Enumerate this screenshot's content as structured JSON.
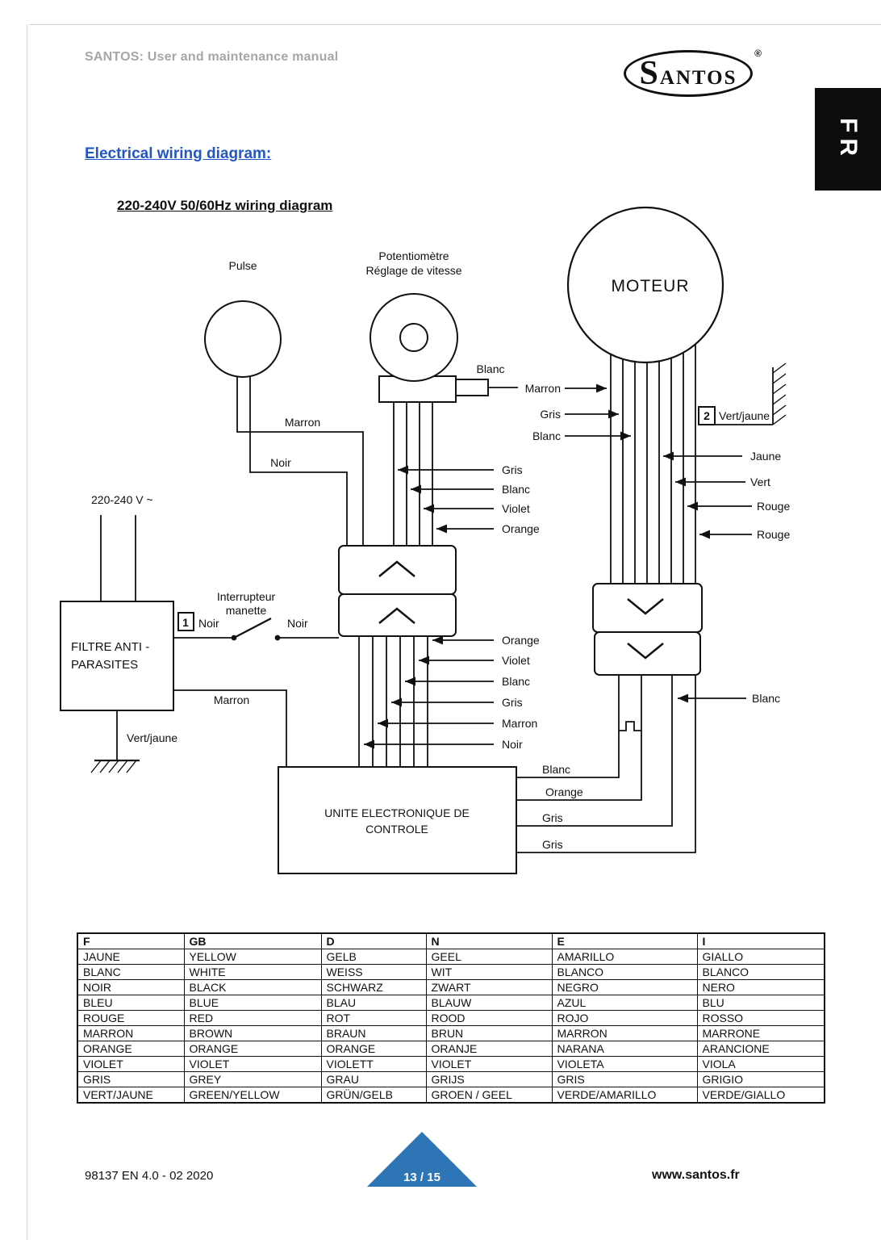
{
  "header": {
    "manual_title": "SANTOS: User and maintenance manual",
    "logo_text": "SANTOS",
    "logo_reg": "®",
    "lang_tab": "FR"
  },
  "titles": {
    "section": "Electrical wiring diagram:",
    "subtitle": "220-240V 50/60Hz wiring diagram"
  },
  "diagram": {
    "supply": "220-240 V ~",
    "pulse": "Pulse",
    "potentiometer": {
      "line1": "Potentiomètre",
      "line2": "Réglage de vitesse"
    },
    "motor": "MOTEUR",
    "filter": {
      "line1": "FILTRE ANTI -",
      "line2": "PARASITES"
    },
    "switch_label": {
      "line1": "Interrupteur",
      "line2": "manette"
    },
    "control_unit": {
      "line1": "UNITE ELECTRONIQUE DE",
      "line2": "CONTROLE"
    },
    "marker1": "1",
    "marker2": "2",
    "wires": {
      "pot_out": "Blanc",
      "pulse_a": "Marron",
      "pulse_b": "Noir",
      "switch_in": "Noir",
      "switch_out": "Noir",
      "filter_live": "Marron",
      "filter_earth": "Vert/jaune",
      "motor_earth": "Vert/jaune",
      "motor_left": [
        "Marron",
        "Gris",
        "Blanc"
      ],
      "motor_right": [
        "Jaune",
        "Vert",
        "Rouge",
        "Rouge"
      ],
      "pot_bundle": [
        "Gris",
        "Blanc",
        "Violet",
        "Orange"
      ],
      "control_bundle": [
        "Orange",
        "Violet",
        "Blanc",
        "Gris",
        "Marron",
        "Noir"
      ],
      "control_right": [
        "Blanc",
        "Orange",
        "Gris",
        "Gris"
      ],
      "motor_return": "Blanc"
    }
  },
  "color_table": {
    "headers": [
      "F",
      "GB",
      "D",
      "N",
      "E",
      "I"
    ],
    "rows": [
      [
        "JAUNE",
        "YELLOW",
        "GELB",
        "GEEL",
        "AMARILLO",
        "GIALLO"
      ],
      [
        "BLANC",
        "WHITE",
        "WEISS",
        "WIT",
        "BLANCO",
        "BLANCO"
      ],
      [
        "NOIR",
        "BLACK",
        "SCHWARZ",
        "ZWART",
        "NEGRO",
        "NERO"
      ],
      [
        "BLEU",
        "BLUE",
        "BLAU",
        "BLAUW",
        "AZUL",
        "BLU"
      ],
      [
        "ROUGE",
        "RED",
        "ROT",
        "ROOD",
        "ROJO",
        "ROSSO"
      ],
      [
        "MARRON",
        "BROWN",
        "BRAUN",
        "BRUN",
        "MARRON",
        "MARRONE"
      ],
      [
        "ORANGE",
        "ORANGE",
        "ORANGE",
        "ORANJE",
        "NARANA",
        "ARANCIONE"
      ],
      [
        "VIOLET",
        "VIOLET",
        "VIOLETT",
        "VIOLET",
        "VIOLETA",
        "VIOLA"
      ],
      [
        "GRIS",
        "GREY",
        "GRAU",
        "GRIJS",
        "GRIS",
        "GRIGIO"
      ],
      [
        "VERT/JAUNE",
        "GREEN/YELLOW",
        "GRÜN/GELB",
        "GROEN / GEEL",
        "VERDE/AMARILLO",
        "VERDE/GIALLO"
      ]
    ]
  },
  "footer": {
    "doc_ref": "98137 EN 4.0 - 02 2020",
    "page": "13 / 15",
    "website": "www.santos.fr"
  },
  "colors": {
    "section_title": "#2356c5",
    "triangle": "#2e75b6",
    "header_text": "#a6a6a6",
    "tab_bg": "#0d0d0d",
    "line": "#111111"
  }
}
